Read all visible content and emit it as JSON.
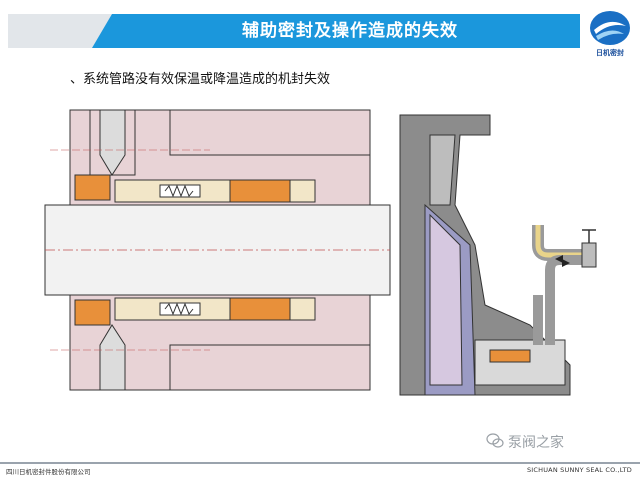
{
  "header": {
    "title": "辅助密封及操作造成的失效",
    "logo_text": "日机密封"
  },
  "content": {
    "subtitle": "、系统管路没有效保温或降温造成的机封失效"
  },
  "footer": {
    "left": "四川日机密封件股份有限公司",
    "right": "SICHUAN SUNNY SEAL CO.,LTD"
  },
  "watermark": {
    "text": "泵阀之家"
  },
  "colors": {
    "accent_blue": "#1b97dc",
    "casing_pink": "#e8d3d6",
    "shaft_white": "#f2f2f2",
    "seal_orange": "#e8903a",
    "pump_grey": "#8c8c8c"
  }
}
